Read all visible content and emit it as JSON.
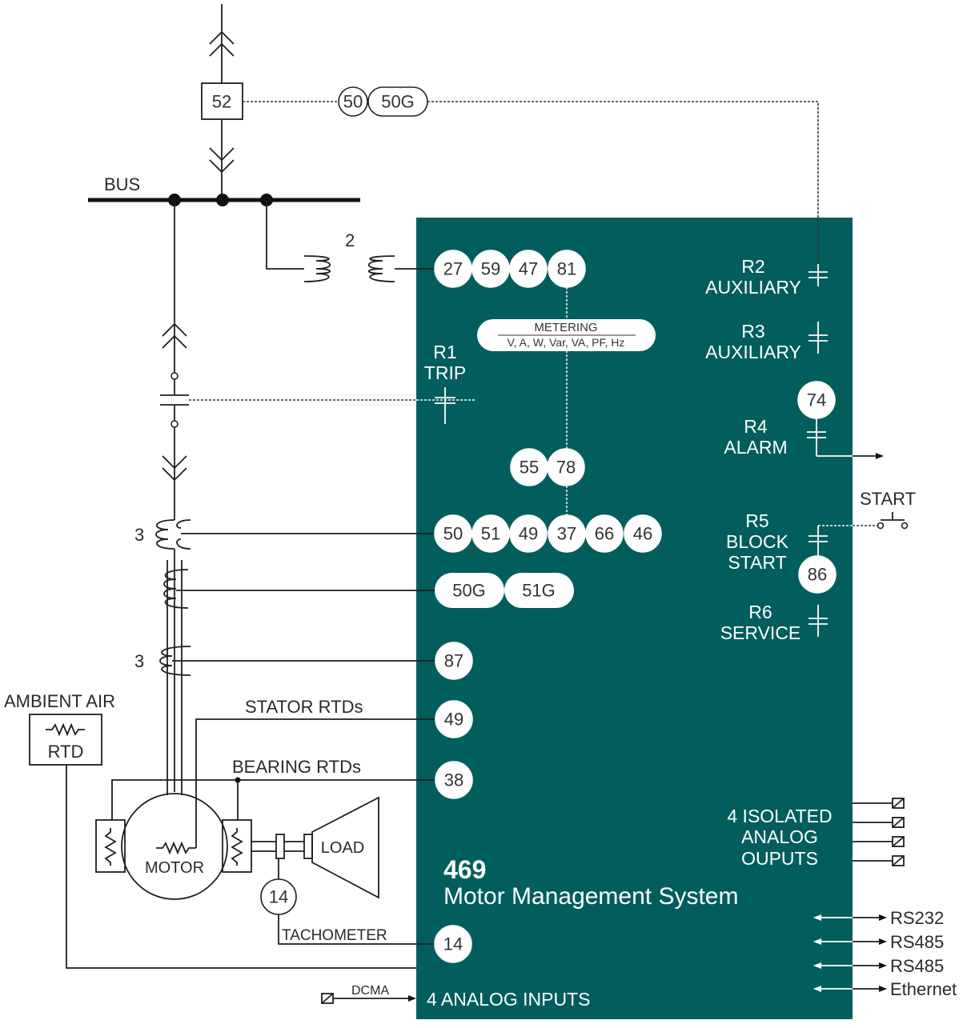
{
  "colors": {
    "panel": "#025e5c",
    "line": "#1f1f1f",
    "bubble": "#ffffff"
  },
  "labels": {
    "breaker": "52",
    "bus": "BUS",
    "vt_count": "2",
    "ct_count_1": "3",
    "ct_count_2": "3",
    "ambient_air": "AMBIENT AIR",
    "rtd": "RTD",
    "stator_rtds": "STATOR RTDs",
    "bearing_rtds": "BEARING RTDs",
    "motor": "MOTOR",
    "load": "LOAD",
    "tachometer": "TACHOMETER",
    "dcma": "DCMA",
    "start": "START"
  },
  "top_bubbles": [
    "50",
    "50G"
  ],
  "vt_bubbles": [
    "27",
    "59",
    "47",
    "81"
  ],
  "metering": {
    "title": "METERING",
    "subtitle": "V, A, W, Var, VA, PF, Hz"
  },
  "r1": {
    "line1": "R1",
    "line2": "TRIP"
  },
  "mid_bubbles": [
    "55",
    "78"
  ],
  "ct_bubbles": [
    "50",
    "51",
    "49",
    "37",
    "66",
    "46"
  ],
  "ground_bubbles": [
    "50G",
    "51G"
  ],
  "diff_bubble": "87",
  "stator_bubble": "49",
  "bearing_bubble": "38",
  "tach_bubble": "14",
  "tach_bubble_outer": "14",
  "relays": {
    "r2": {
      "line1": "R2",
      "line2": "AUXILIARY"
    },
    "r3": {
      "line1": "R3",
      "line2": "AUXILIARY"
    },
    "r4": {
      "line1": "R4",
      "line2": "ALARM",
      "bubble": "74"
    },
    "r5": {
      "line1": "R5",
      "line2": "BLOCK",
      "line3": "START",
      "bubble": "86"
    },
    "r6": {
      "line1": "R6",
      "line2": "SERVICE"
    }
  },
  "analog_outputs": {
    "line1": "4  ISOLATED",
    "line2": "ANALOG",
    "line3": "OUPUTS"
  },
  "product": {
    "model": "469",
    "name": "Motor Management System"
  },
  "comms": [
    "RS232",
    "RS485",
    "RS485",
    "Ethernet"
  ],
  "analog_inputs": "4  ANALOG INPUTS"
}
